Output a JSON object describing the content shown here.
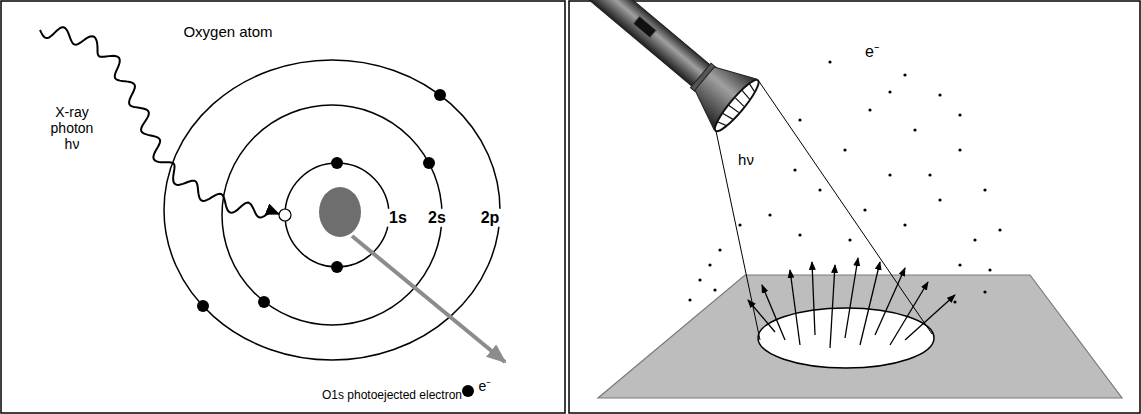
{
  "diagram": {
    "labels": [
      "Oxygen atom",
      "X-ray photon hν",
      "1s",
      "2s",
      "2p",
      "O1s photoejected electron",
      "e⁻",
      "hν",
      "e⁻"
    ]
  }
}
